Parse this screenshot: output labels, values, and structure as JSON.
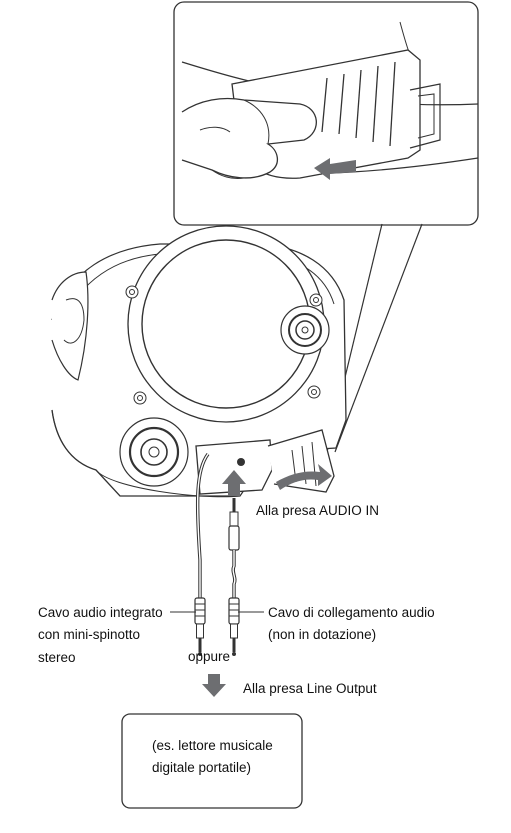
{
  "labels": {
    "audio_in": "Alla presa AUDIO IN",
    "builtin_cable_line1": "Cavo audio integrato",
    "builtin_cable_line2": "con mini-spinotto",
    "builtin_cable_line3": "stereo",
    "connection_cable_line1": "Cavo di collegamento audio",
    "connection_cable_line2": "(non in dotazione)",
    "oppure": "oppure",
    "line_output": "Alla presa Line Output"
  },
  "device_box": {
    "line1": "(es. lettore musicale",
    "line2": "digitale portatile)"
  },
  "colors": {
    "line": "#231f20",
    "arrow": "#6d6e71",
    "box_stroke": "#333333"
  },
  "icons": {
    "slide_arrow": "left-arrow-icon",
    "plug_arrow": "up-arrow-icon",
    "lid_arrow": "curved-arrow-icon",
    "down_arrow": "down-arrow-icon"
  }
}
